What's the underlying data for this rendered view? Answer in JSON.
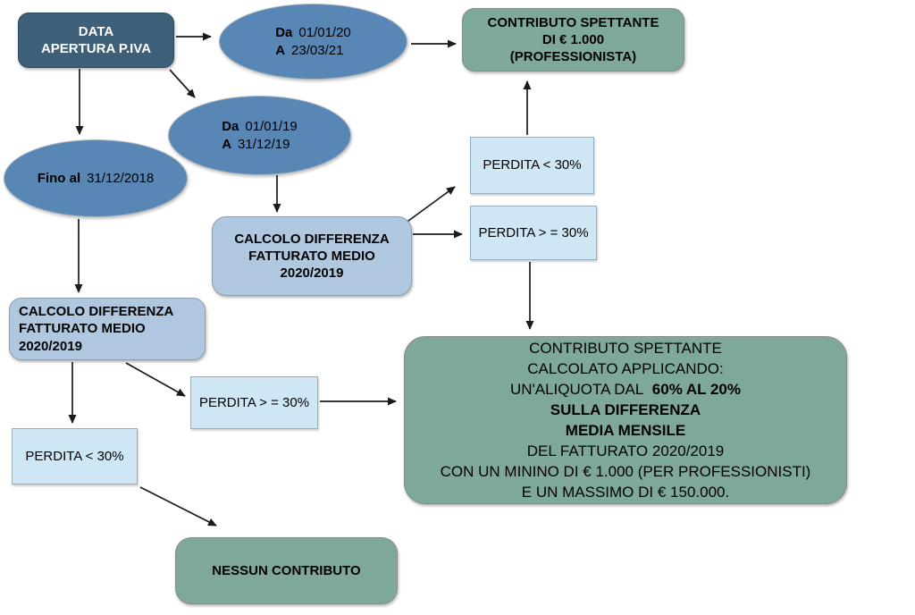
{
  "colors": {
    "node_dark_blue": "#3d6078",
    "ellipse_blue": "#5886b5",
    "result_green": "#7fa89d",
    "calc_steel_blue": "#b0c7e0",
    "condition_light_blue": "#cfe7f5",
    "arrow_black": "#1a1a1a",
    "text_dark": "#000000",
    "text_light": "#ffffff"
  },
  "nodes": {
    "data_apertura": {
      "line1": "DATA",
      "line2": "APERTURA P.IVA"
    },
    "period_2020_2021": {
      "from_label": "Da",
      "from_date": "01/01/20",
      "to_label": "A",
      "to_date": "23/03/21"
    },
    "period_2019": {
      "from_label": "Da",
      "from_date": "01/01/19",
      "to_label": "A",
      "to_date": "31/12/19"
    },
    "fino_2018": {
      "bold_label": "Fino al",
      "date": "31/12/2018"
    },
    "contributo_1000": {
      "line1": "CONTRIBUTO SPETTANTE",
      "line2": "DI € 1.000",
      "line3": "(PROFESSIONISTA)"
    },
    "perdita_lt30_top": {
      "label": "PERDITA < 30%"
    },
    "perdita_ge30_top": {
      "label": "PERDITA > = 30%"
    },
    "calcolo_centro": {
      "line1": "CALCOLO DIFFERENZA",
      "line2": "FATTURATO MEDIO",
      "line3": "2020/2019"
    },
    "calcolo_sinistra": {
      "line1": "CALCOLO DIFFERENZA",
      "line2": "FATTURATO MEDIO",
      "line3": "2020/2019"
    },
    "perdita_ge30_basso": {
      "label": "PERDITA > = 30%"
    },
    "perdita_lt30_basso": {
      "label": "PERDITA < 30%"
    },
    "contributo_calcolato": {
      "line1": "CONTRIBUTO SPETTANTE",
      "line2": "CALCOLATO APPLICANDO:",
      "line3_regular": "UN'ALIQUOTA DAL",
      "line3_bold": "60% AL 20%",
      "line4": "SULLA DIFFERENZA",
      "line5": "MEDIA MENSILE",
      "line6": "DEL FATTURATO 2020/2019",
      "line7": "CON UN MININO DI € 1.000 (PER PROFESSIONISTI)",
      "line8": "E UN MASSIMO DI € 150.000."
    },
    "nessun_contributo": {
      "label": "NESSUN CONTRIBUTO"
    }
  }
}
